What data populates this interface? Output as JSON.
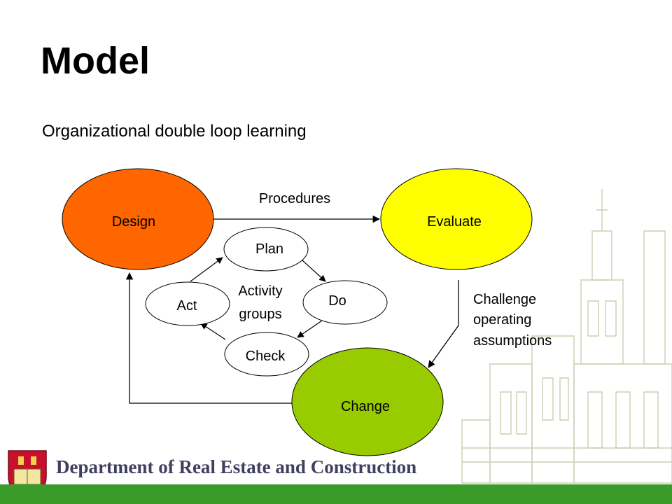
{
  "slide": {
    "title": "Model",
    "subtitle": "Organizational double loop learning"
  },
  "diagram": {
    "nodes": {
      "design": "Design",
      "evaluate": "Evaluate",
      "change": "Change",
      "plan": "Plan",
      "do": "Do",
      "check": "Check",
      "act": "Act"
    },
    "center_label_line1": "Activity",
    "center_label_line2": "groups",
    "edge_procedures": "Procedures",
    "edge_challenge_line1": "Challenge",
    "edge_challenge_line2": "operating",
    "edge_challenge_line3": "assumptions",
    "colors": {
      "design": "#ff6600",
      "evaluate": "#ffff00",
      "change": "#99cc00",
      "small_nodes": "#ffffff"
    }
  },
  "footer": {
    "department": "Department of Real Estate and Construction",
    "bar_color": "#3a9a2a"
  }
}
